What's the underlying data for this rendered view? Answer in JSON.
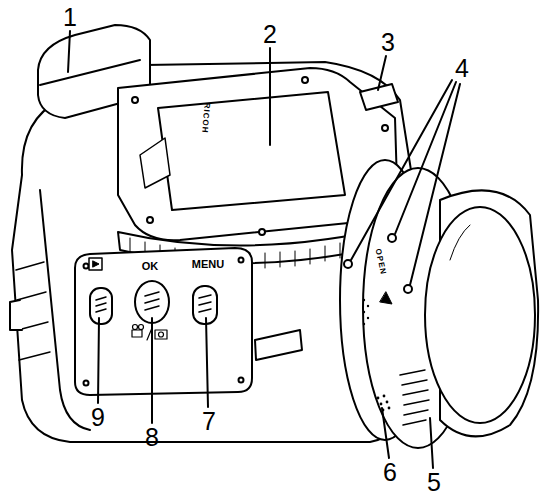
{
  "diagram": {
    "labels": [
      "1",
      "2",
      "3",
      "4",
      "5",
      "6",
      "7",
      "8",
      "9",
      "OK",
      "MENU",
      "OPEN",
      "RICOH"
    ]
  }
}
